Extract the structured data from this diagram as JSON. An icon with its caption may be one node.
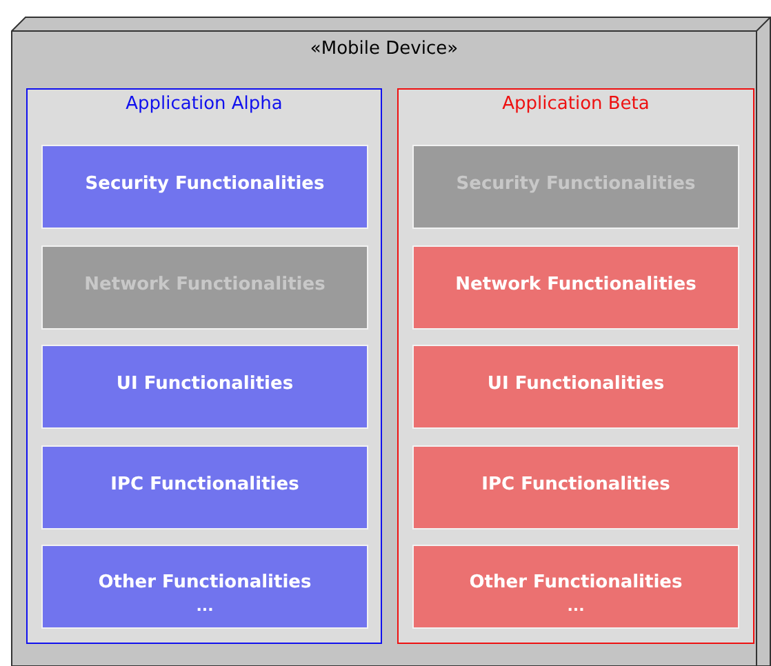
{
  "diagram": {
    "nodes": [
      {
        "text": [
          "«Mobile Device»"
        ]
      },
      {
        "text": [
          "Application Alpha"
        ],
        "in": 0
      },
      {
        "text": [
          "Security Functionalities"
        ],
        "in": 1
      },
      {
        "text": [
          "Network Functionalities"
        ],
        "in": 1
      },
      {
        "text": [
          "UI Functionalities"
        ],
        "in": 1
      },
      {
        "text": [
          "IPC Functionalities"
        ],
        "in": 1
      },
      {
        "text": [
          "Other Functionalities",
          "..."
        ],
        "in": 1
      },
      {
        "text": [
          "Application Beta"
        ],
        "in": 0
      },
      {
        "text": [
          "Security Functionalities"
        ],
        "in": 7
      },
      {
        "text": [
          "Network Functionalities"
        ],
        "in": 7
      },
      {
        "text": [
          "UI Functionalities"
        ],
        "in": 7
      },
      {
        "text": [
          "IPC Functionalities"
        ],
        "in": 7
      },
      {
        "text": [
          "Other Functionalities",
          "..."
        ],
        "in": 7
      }
    ]
  }
}
